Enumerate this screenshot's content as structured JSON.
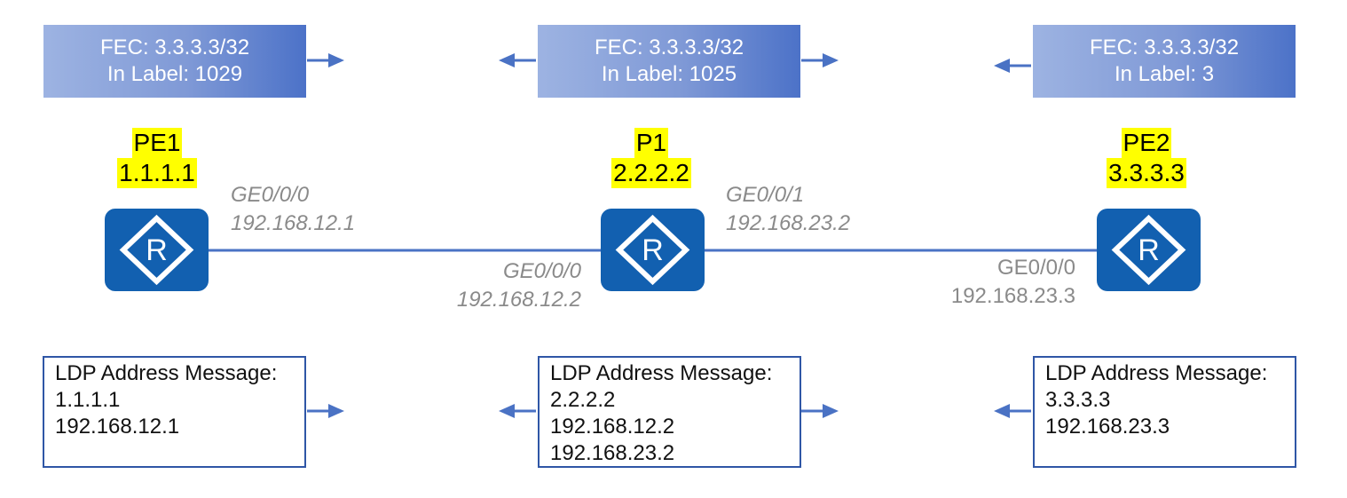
{
  "fec_boxes": [
    {
      "fec": "FEC: 3.3.3.3/32",
      "in_label": "In Label: 1029"
    },
    {
      "fec": "FEC: 3.3.3.3/32",
      "in_label": "In Label: 1025"
    },
    {
      "fec": "FEC: 3.3.3.3/32",
      "in_label": "In Label: 3"
    }
  ],
  "nodes": [
    {
      "name": "PE1",
      "address": "1.1.1.1"
    },
    {
      "name": "P1",
      "address": "2.2.2.2"
    },
    {
      "name": "PE2",
      "address": "3.3.3.3"
    }
  ],
  "interfaces": {
    "pe1_ge0": {
      "port": "GE0/0/0",
      "ip": "192.168.12.1"
    },
    "p1_ge1": {
      "port": "GE0/0/1",
      "ip": "192.168.23.2"
    },
    "p1_ge0": {
      "port": "GE0/0/0",
      "ip": "192.168.12.2"
    },
    "pe2_ge0": {
      "port": "GE0/0/0",
      "ip": "192.168.23.3"
    }
  },
  "ldp_boxes": [
    {
      "title": "LDP Address Message:",
      "lines": [
        "1.1.1.1",
        "192.168.12.1"
      ]
    },
    {
      "title": "LDP Address Message:",
      "lines": [
        "2.2.2.2",
        "192.168.12.2",
        "192.168.23.2"
      ]
    },
    {
      "title": "LDP Address Message:",
      "lines": [
        "3.3.3.3",
        "192.168.23.3"
      ]
    }
  ],
  "router_icon": "router-icon",
  "arrow_icon": "arrow-icon",
  "colors": {
    "router": "#1260b0",
    "arrow": "#4a72c4",
    "link": "#4a72c4",
    "highlight": "#ffff00",
    "ldp_border": "#2f56a6"
  }
}
